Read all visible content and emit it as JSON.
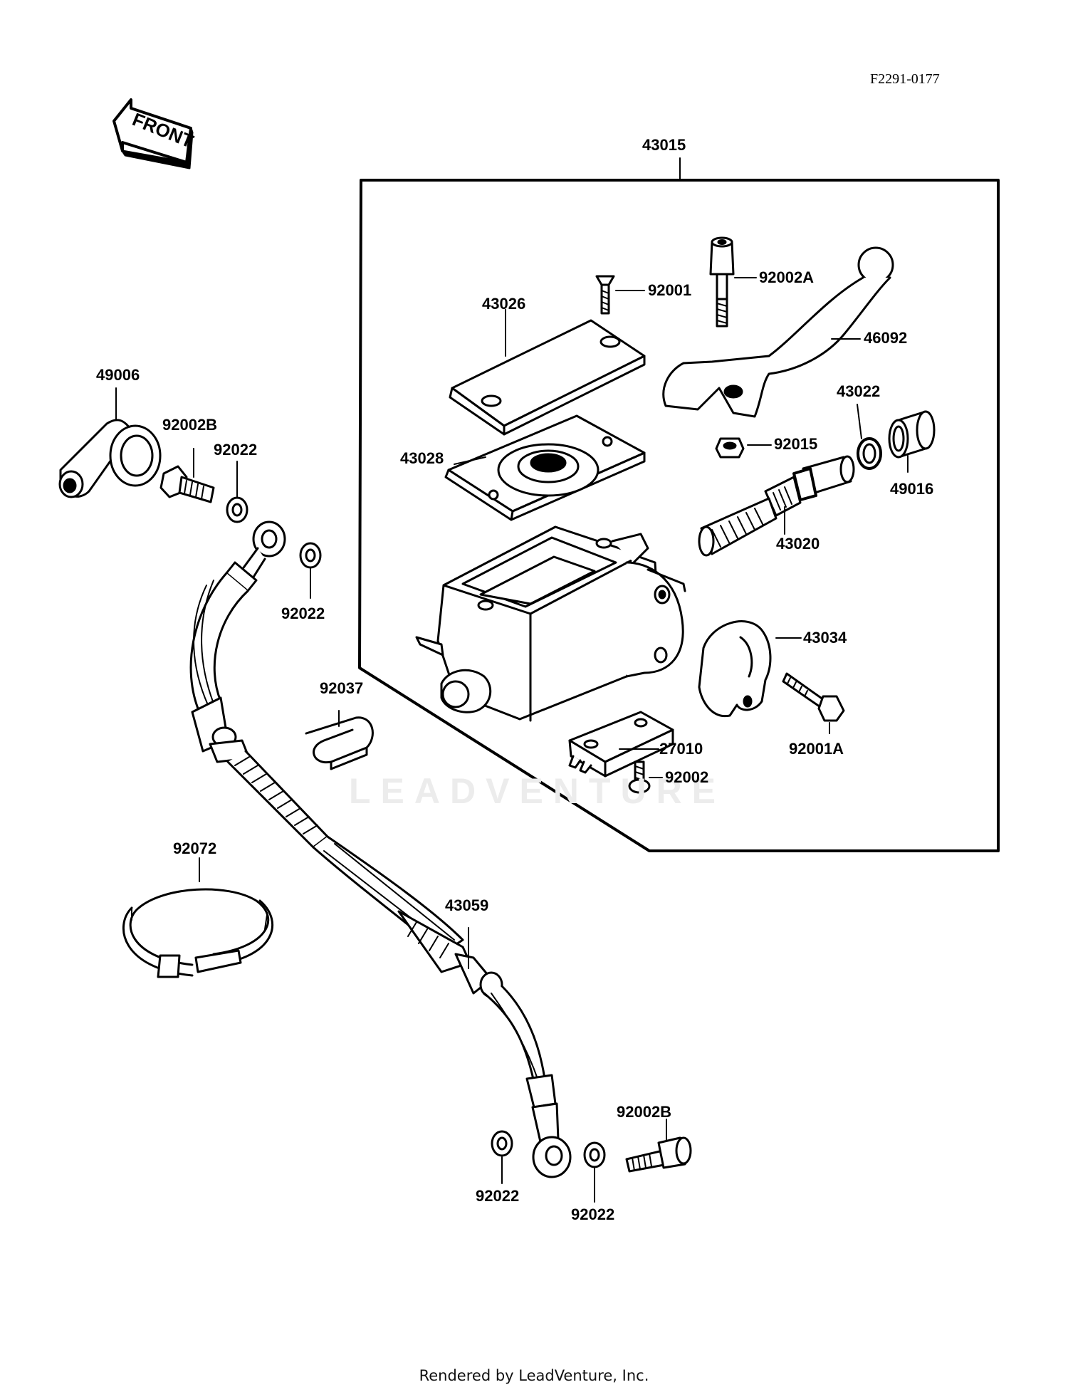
{
  "diagram_code": "F2291-0177",
  "front_label": "FRONT",
  "watermark": "LEADVENTURE",
  "footer": "Rendered by LeadVenture, Inc.",
  "labels": {
    "p43015": "43015",
    "p92001": "92001",
    "p92002A": "92002A",
    "p43026": "43026",
    "p46092": "46092",
    "p43022": "43022",
    "p49006": "49006",
    "p92015": "92015",
    "p92002B_top": "92002B",
    "p92022_a": "92022",
    "p43028": "43028",
    "p49016": "49016",
    "p43020": "43020",
    "p92022_b": "92022",
    "p43034": "43034",
    "p92037": "92037",
    "p27010": "27010",
    "p92001A": "92001A",
    "p92002": "92002",
    "p92072": "92072",
    "p43059": "43059",
    "p92002B_bottom": "92002B",
    "p92022_c": "92022",
    "p92022_d": "92022"
  }
}
